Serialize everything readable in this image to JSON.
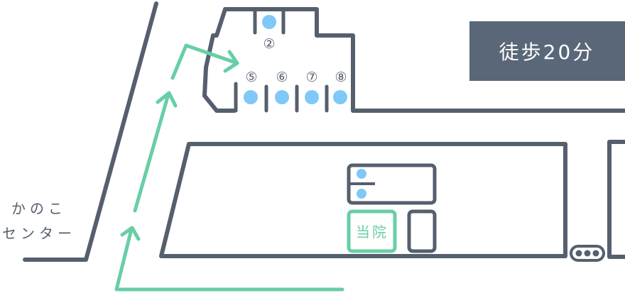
{
  "colors": {
    "road": "#555f6e",
    "route": "#68cea5",
    "parking_dot": "#7fc8f8",
    "badge_bg": "#5a6779",
    "badge_text": "#ffffff",
    "label_text": "#555f6e",
    "clinic_text": "#68cea5"
  },
  "badge": {
    "label": "徒歩20分"
  },
  "landmark": {
    "name_line1": "かのこ",
    "name_line2": "センター"
  },
  "clinic": {
    "label": "当院"
  },
  "parking": {
    "spaces": [
      {
        "label": "②"
      },
      {
        "label": "⑤"
      },
      {
        "label": "⑥"
      },
      {
        "label": "⑦"
      },
      {
        "label": "⑧"
      }
    ]
  },
  "traffic_signal": {
    "icon": "traffic-light-icon"
  }
}
